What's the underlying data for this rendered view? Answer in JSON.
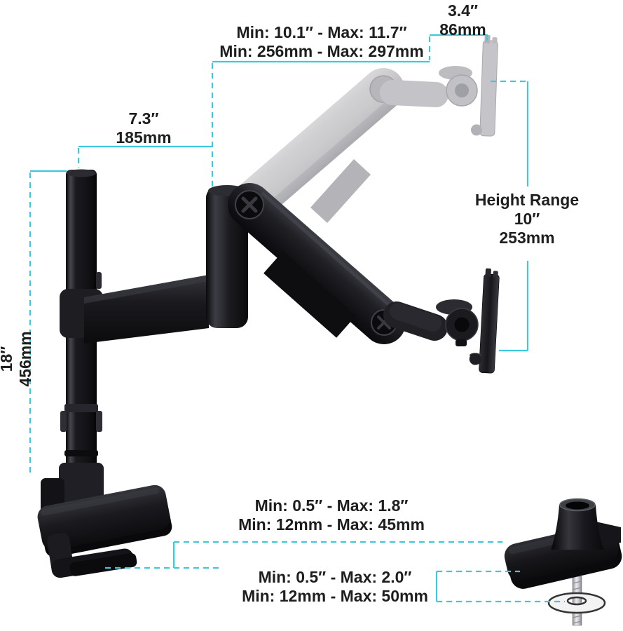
{
  "title": "Monitor arm mount dimension diagram",
  "colors": {
    "dimension_line": "#3DC9DB",
    "product_black": "#17171A",
    "ghost_gray": "#C6C6C9",
    "label_text": "#1E1E1F",
    "background": "#FFFFFF"
  },
  "labels": {
    "arm_extension": {
      "line1": "Min: 10.1″ - Max: 11.7″",
      "line2": "Min: 256mm - Max: 297mm"
    },
    "head_depth": {
      "line1": "3.4″",
      "line2": "86mm"
    },
    "front_arm_length": {
      "line1": "7.3″",
      "line2": "185mm"
    },
    "pole_height": {
      "line1": "18″",
      "line2": "456mm"
    },
    "height_range": {
      "line1": "Height Range",
      "line2": "10″",
      "line3": "253mm"
    },
    "clamp_thickness": {
      "line1": "Min: 0.5″ - Max: 1.8″",
      "line2": "Min: 12mm - Max: 45mm"
    },
    "grommet_thickness": {
      "line1": "Min: 0.5″ - Max: 2.0″",
      "line2": "Min: 12mm - Max: 50mm"
    }
  }
}
